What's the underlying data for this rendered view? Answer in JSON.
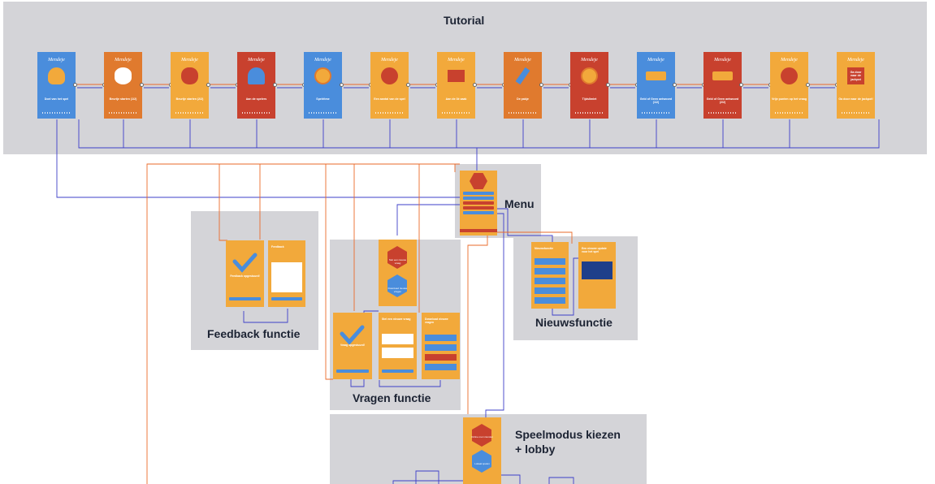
{
  "sections": {
    "tutorial": "Tutorial",
    "menu": "Menu",
    "feedback": "Feedback functie",
    "questions": "Vragen functie",
    "news": "Nieuwsfunctie",
    "gamemode_line1": "Speelmodus kiezen",
    "gamemode_line2": "+ lobby"
  },
  "app_logo": "Mendeje",
  "tutorial_cards": [
    {
      "color": "#4a8ddc",
      "icon": "trophy-icon",
      "caption": "Doel van het spel"
    },
    {
      "color": "#e07a2e",
      "icon": "eye-icon",
      "caption": "Beurtje starten (1/2)"
    },
    {
      "color": "#f2a93b",
      "icon": "lips-icon",
      "caption": "Beurtje starten (2/2)"
    },
    {
      "color": "#c8412e",
      "icon": "pawn-icon",
      "caption": "Aan de spelers"
    },
    {
      "color": "#4a8ddc",
      "icon": "clock-icon",
      "caption": "Spelritme"
    },
    {
      "color": "#f2a93b",
      "icon": "eye-cloud-icon",
      "caption": "Een aantal van de spel"
    },
    {
      "color": "#f2a93b",
      "icon": "card-icon",
      "caption": "Aan de 3é zaak"
    },
    {
      "color": "#e07a2e",
      "icon": "flashlight-icon",
      "caption": "De pakje"
    },
    {
      "color": "#c8412e",
      "icon": "clock-icon",
      "caption": "Tijdslimiet"
    },
    {
      "color": "#4a8ddc",
      "icon": "money-icon",
      "caption": "Geld of Geen antwoord (1/2)"
    },
    {
      "color": "#c8412e",
      "icon": "money-icon",
      "caption": "Geld of Geen antwoord (2/2)"
    },
    {
      "color": "#f2a93b",
      "icon": "players-icon",
      "caption": "Vrije punten op het vraag"
    },
    {
      "color": "#f2a93b",
      "icon": "jackpot-icon",
      "caption": "Ga door naar de jackpot!",
      "box_text": "Ga door naar de jackpot"
    }
  ],
  "screens": {
    "feedback_done": {
      "title": "Feedback opgestuurd!"
    },
    "feedback_form": {
      "title": "Feedback"
    },
    "question_pick": {
      "option1": "Stel een nieuwe vraag",
      "option2": "Download nieuwe vragen"
    },
    "question_done": {
      "title": "Vraag opgestuurd!"
    },
    "question_form": {
      "title": "Stel een nieuwe vraag"
    },
    "question_download": {
      "title": "Download nieuwe vragen"
    },
    "news_list": {
      "title": "Nieuwsfunctie"
    },
    "news_detail": {
      "title": "Een nieuwe update voor het spel"
    },
    "gamemode": {
      "option1": "Online met vrienden",
      "option2": "Lokaal spelen"
    }
  },
  "colors": {
    "section_bg": "#d4d4d8",
    "blue": "#4a8ddc",
    "orange": "#e07a2e",
    "yellow": "#f2a93b",
    "red": "#c8412e",
    "connector_blue": "#3d3fc9",
    "connector_orange": "#ea6a2a"
  }
}
